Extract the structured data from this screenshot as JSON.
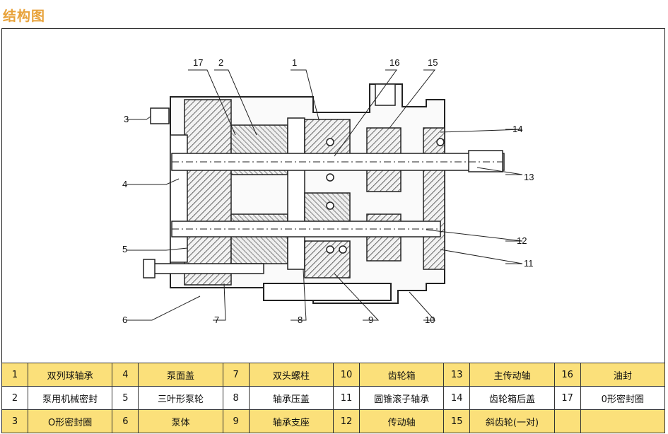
{
  "page_title": "结构图",
  "callouts": [
    "1",
    "2",
    "3",
    "4",
    "5",
    "6",
    "7",
    "8",
    "9",
    "10",
    "11",
    "12",
    "13",
    "14",
    "15",
    "16",
    "17"
  ],
  "legend_rows": [
    [
      {
        "n": "1",
        "label": "双列球轴承"
      },
      {
        "n": "4",
        "label": "泵面盖"
      },
      {
        "n": "7",
        "label": "双头螺柱"
      },
      {
        "n": "10",
        "label": "齿轮箱"
      },
      {
        "n": "13",
        "label": "主传动轴"
      },
      {
        "n": "16",
        "label": "油封"
      }
    ],
    [
      {
        "n": "2",
        "label": "泵用机械密封"
      },
      {
        "n": "5",
        "label": "三叶形泵轮"
      },
      {
        "n": "8",
        "label": "轴承压盖"
      },
      {
        "n": "11",
        "label": "圆锥滚子轴承"
      },
      {
        "n": "14",
        "label": "齿轮箱后盖"
      },
      {
        "n": "17",
        "label": "0形密封圈"
      }
    ],
    [
      {
        "n": "3",
        "label": "O形密封圈"
      },
      {
        "n": "6",
        "label": "泵体"
      },
      {
        "n": "9",
        "label": "轴承支座"
      },
      {
        "n": "12",
        "label": "传动轴"
      },
      {
        "n": "15",
        "label": "斜齿轮(一对)"
      },
      {
        "n": "",
        "label": ""
      }
    ]
  ],
  "colors": {
    "title": "#e8a23a",
    "row_highlight": "#fbe07a",
    "line": "#222222"
  }
}
